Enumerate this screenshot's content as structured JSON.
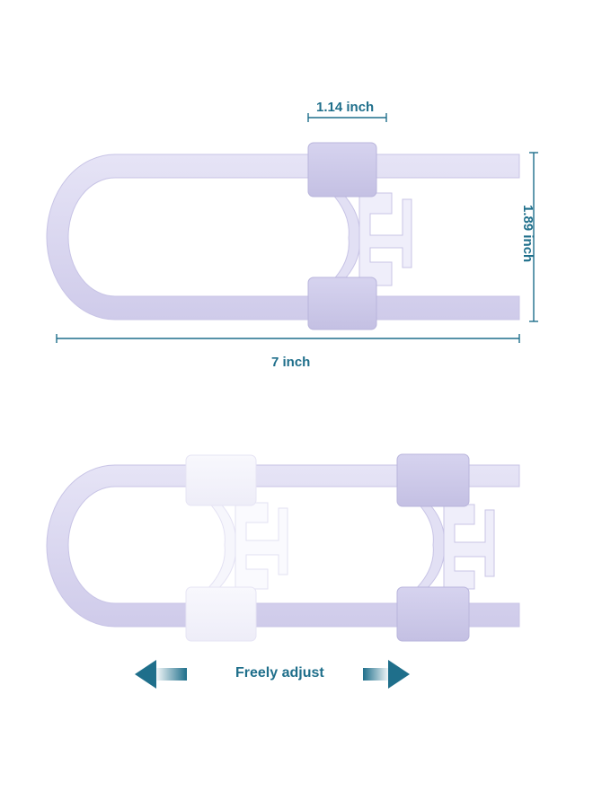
{
  "image": {
    "background_color": "#ffffff",
    "accent_color": "#1f6f8b",
    "product_color": "#dcdaf0",
    "product_shadow_color": "#bdb9de",
    "ghost_color": "#f4f3fb"
  },
  "dimensions": {
    "width_label": "1.14 inch",
    "height_label": "1.89 inch",
    "length_label": "7 inch"
  },
  "caption": {
    "text": "Freely adjust",
    "left_arrow_icon": "arrow-left-icon",
    "right_arrow_icon": "arrow-right-icon"
  }
}
